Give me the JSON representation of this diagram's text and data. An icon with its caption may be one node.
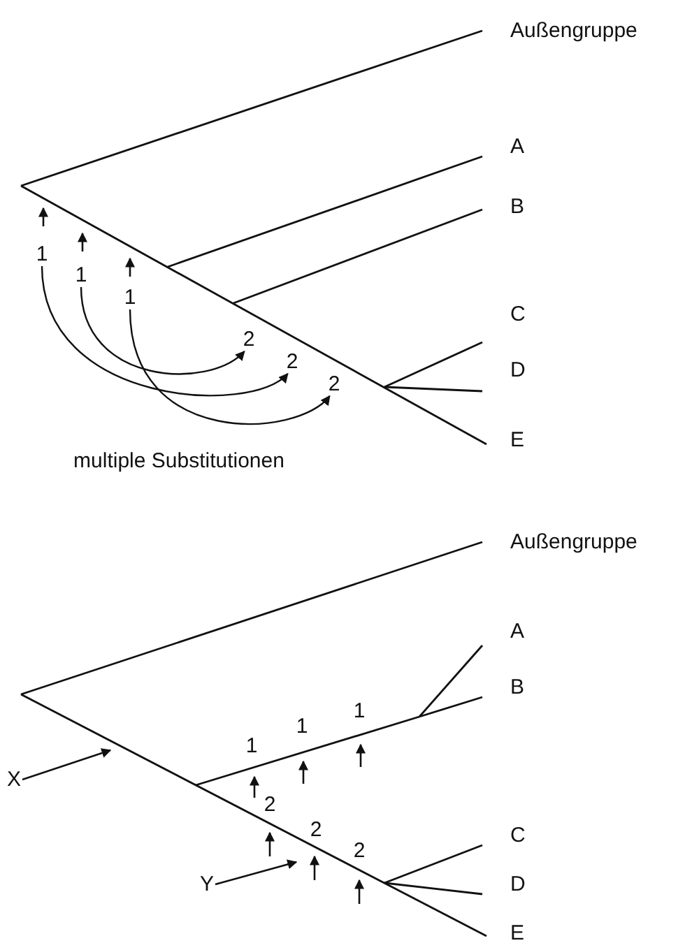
{
  "diagram": {
    "nodes": [
      {
        "text": [
          "1"
        ]
      },
      {
        "text": [
          "1"
        ]
      },
      {
        "text": [
          "1"
        ]
      },
      {
        "text": [
          "2"
        ]
      },
      {
        "text": [
          "2"
        ]
      },
      {
        "text": [
          "2"
        ]
      },
      {
        "text": [
          "X"
        ]
      },
      {
        "text": [
          "Y"
        ]
      }
    ],
    "edges": [
      {
        "from": 0,
        "to": 4,
        "arrow": "to"
      },
      {
        "from": 1,
        "to": 3,
        "arrow": "to"
      },
      {
        "from": 2,
        "to": 5,
        "arrow": "to"
      },
      {
        "from": 6,
        "to": null,
        "arrow": "to"
      },
      {
        "from": 7,
        "to": null,
        "arrow": "to"
      }
    ],
    "labels": [
      "Außengruppe",
      "A",
      "B",
      "C",
      "D",
      "E",
      "multiple Substitutionen",
      "Außengruppe",
      "A",
      "B",
      "1",
      "1",
      "1",
      "2",
      "2",
      "2",
      "C",
      "D",
      "E"
    ]
  }
}
